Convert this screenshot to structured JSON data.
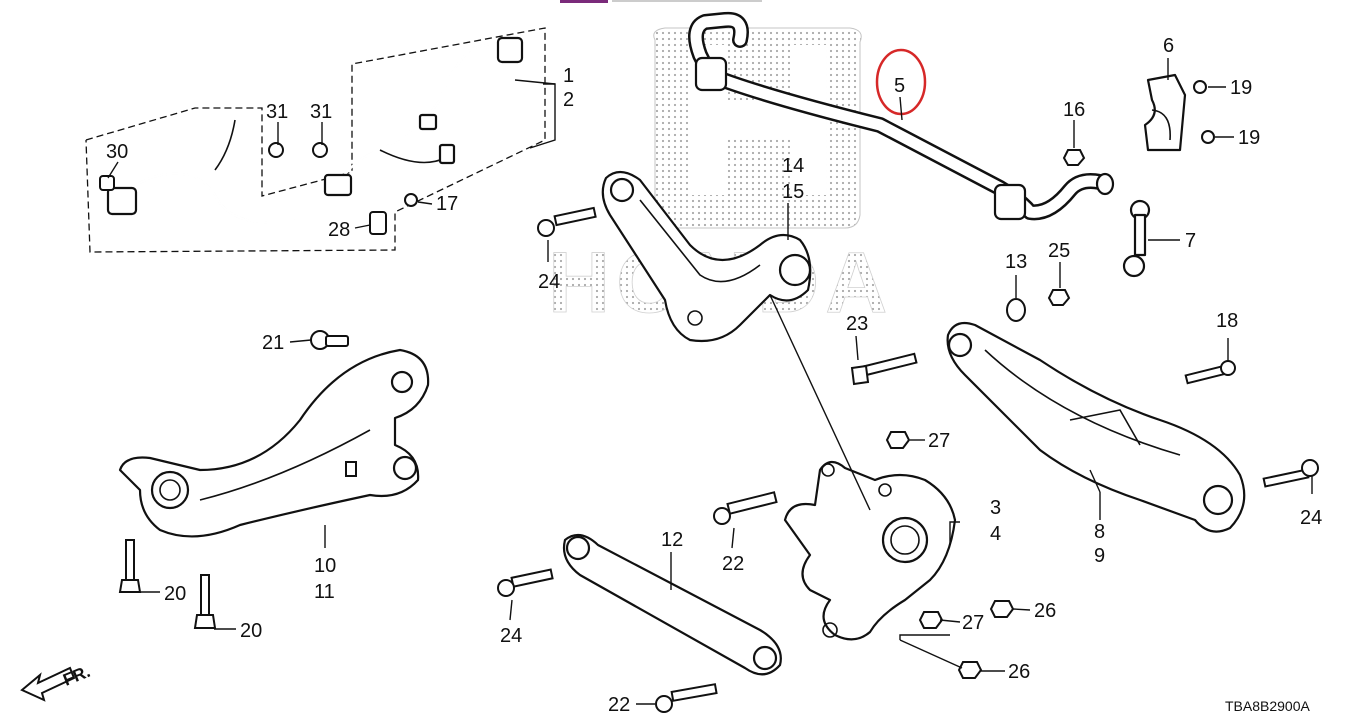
{
  "diagram": {
    "code": "TBA8B2900A",
    "direction_label": "FR.",
    "logo_letters": "HONDA",
    "highlight_color": "#d62828",
    "highlighted_part": "5",
    "callouts": {
      "c1": "1",
      "c2": "2",
      "c3": "3",
      "c4": "4",
      "c5": "5",
      "c6": "6",
      "c7": "7",
      "c8": "8",
      "c9": "9",
      "c10": "10",
      "c11": "11",
      "c12": "12",
      "c13": "13",
      "c14": "14",
      "c15": "15",
      "c16": "16",
      "c17": "17",
      "c18": "18",
      "c19a": "19",
      "c19b": "19",
      "c20a": "20",
      "c20b": "20",
      "c21": "21",
      "c22a": "22",
      "c22b": "22",
      "c23": "23",
      "c24a": "24",
      "c24b": "24",
      "c24c": "24",
      "c24d": "24",
      "c25": "25",
      "c26a": "26",
      "c26b": "26",
      "c27a": "27",
      "c27b": "27",
      "c28": "28",
      "c30": "30",
      "c31a": "31",
      "c31b": "31"
    }
  }
}
